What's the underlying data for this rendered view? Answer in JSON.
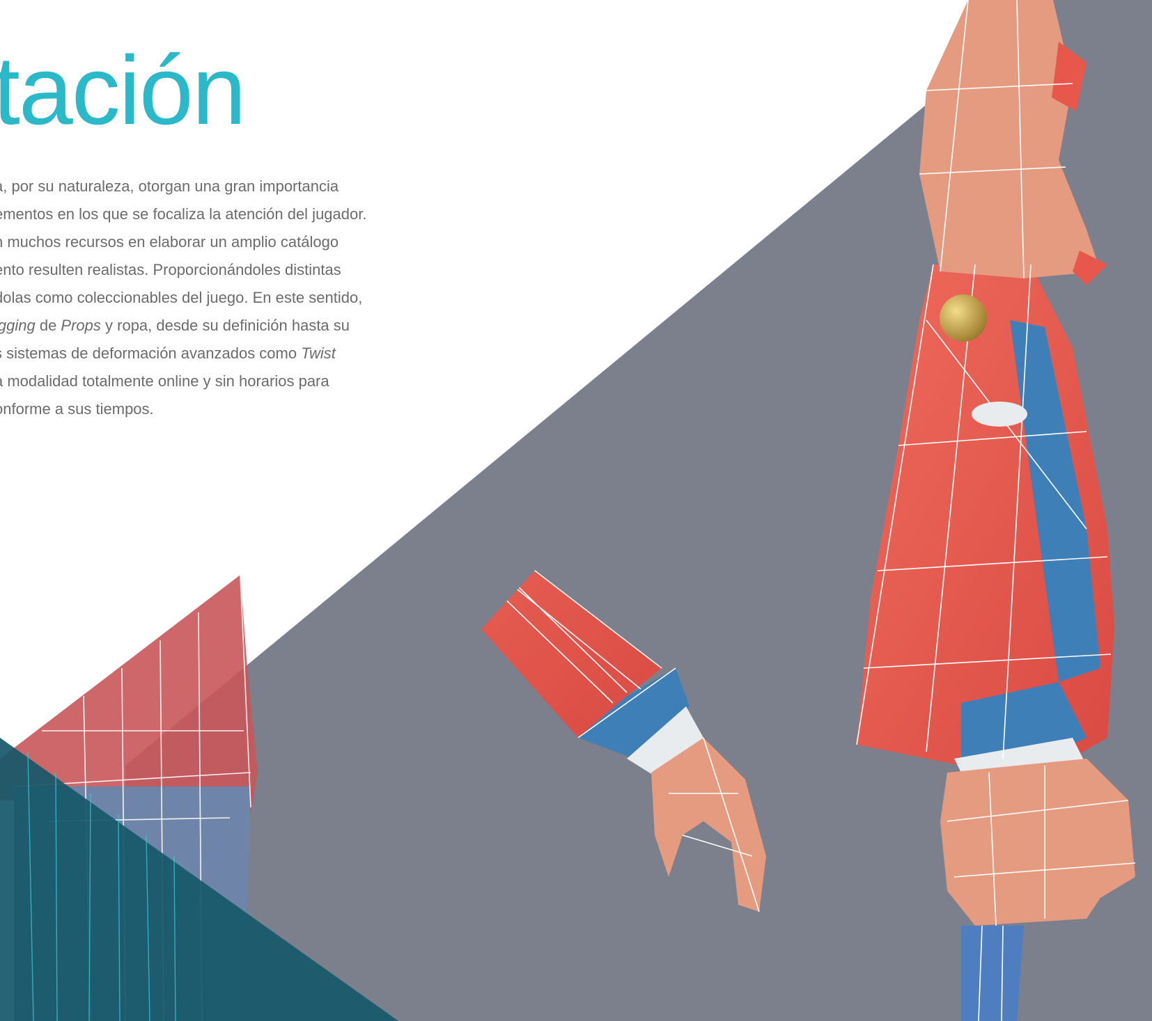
{
  "title": "tación",
  "body_lines": [
    [
      "a, por su naturaleza, otorgan una gran importancia"
    ],
    [
      "ementos en los que se focaliza la atención del jugador."
    ],
    [
      "n muchos recursos en elaborar un amplio catálogo"
    ],
    [
      "ento resulten realistas. Proporcionándoles distintas"
    ],
    [
      "dolas como coleccionables del juego. En este sentido,"
    ],
    [
      {
        "i": "igging"
      },
      " de ",
      {
        "i": "Props"
      },
      " y ropa, desde su definición hasta su"
    ],
    [
      "s sistemas de deformación avanzados como ",
      {
        "i": "Twist"
      }
    ],
    [
      "a modalidad totalmente online y sin horarios para"
    ],
    [
      "onforme a sus tiempos."
    ]
  ],
  "colors": {
    "accent": "#2bb8c8",
    "text": "#6b6b6b",
    "panel_gray": "#7b808c",
    "teal_triangle": "#17586a",
    "sleeve_red": "#e8574c",
    "cuff_blue": "#3f7fb8",
    "skin": "#e59b80",
    "button_gold": "#c9a54a"
  }
}
